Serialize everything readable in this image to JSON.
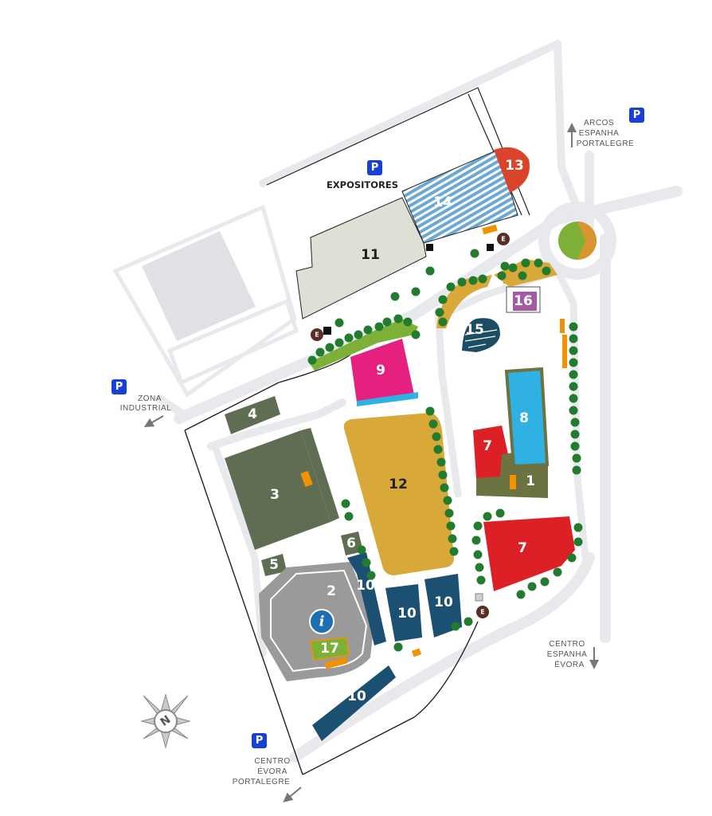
{
  "colors": {
    "road": "#e7e9ec",
    "lot": "#dfe1e4",
    "pavilion_12": "#dedfd5",
    "olive": "#5f6e53",
    "olive_light": "#6d7340",
    "mustard": "#d8a839",
    "magenta": "#e5207f",
    "sky": "#2fb1e4",
    "red": "#dd1f26",
    "orange_red": "#d9442a",
    "navy": "#1b5073",
    "purple": "#a55aa3",
    "grey": "#9a9a9a",
    "lime": "#7db037",
    "tree": "#227c2d",
    "parking": "#1741d6",
    "entrance": "#5a2e26",
    "orange": "#f39200"
  },
  "venues": [
    {
      "id": "v1",
      "label": "1"
    },
    {
      "id": "v2",
      "label": "2"
    },
    {
      "id": "v3",
      "label": "3"
    },
    {
      "id": "v4",
      "label": "4"
    },
    {
      "id": "v5",
      "label": "5"
    },
    {
      "id": "v6",
      "label": "6"
    },
    {
      "id": "v7a",
      "label": "7"
    },
    {
      "id": "v7b",
      "label": "7"
    },
    {
      "id": "v8",
      "label": "8"
    },
    {
      "id": "v9",
      "label": "9"
    },
    {
      "id": "v10a",
      "label": "10"
    },
    {
      "id": "v10b",
      "label": "10"
    },
    {
      "id": "v10c",
      "label": "10"
    },
    {
      "id": "v10d",
      "label": "10"
    },
    {
      "id": "v11",
      "label": "11"
    },
    {
      "id": "v12",
      "label": "12"
    },
    {
      "id": "v13",
      "label": "13"
    },
    {
      "id": "v14",
      "label": "14"
    },
    {
      "id": "v15",
      "label": "15"
    },
    {
      "id": "v16",
      "label": "16"
    },
    {
      "id": "v17",
      "label": "17"
    }
  ],
  "parking": {
    "symbol": "P",
    "expositores_label": "EXPOSITORES"
  },
  "entrance_symbol": "E",
  "info_symbol": "i",
  "compass_symbol": "N",
  "directions": {
    "north_east": [
      "ARCOS",
      "ESPANHA",
      "PORTALEGRE"
    ],
    "west": [
      "ZONA",
      "INDUSTRIAL"
    ],
    "south_east": [
      "CENTRO",
      "ESPANHA",
      "ÉVORA"
    ],
    "south_west": [
      "CENTRO",
      "ÉVORA",
      "PORTALEGRE"
    ]
  }
}
